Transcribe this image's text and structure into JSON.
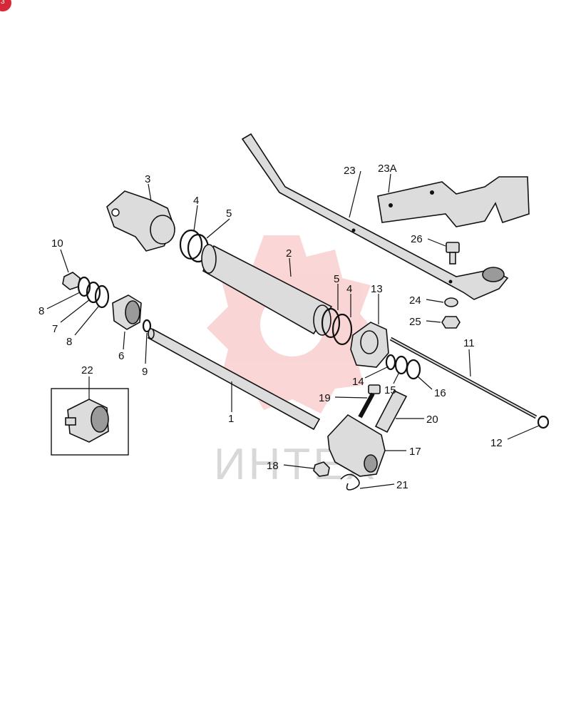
{
  "badge": {
    "text": "3"
  },
  "watermark": {
    "text": "ИНТЕХ",
    "color": "#f08a8a"
  },
  "parts": {
    "p1": "1",
    "p2": "2",
    "p3": "3",
    "p4a": "4",
    "p4b": "4",
    "p5a": "5",
    "p5b": "5",
    "p6": "6",
    "p7": "7",
    "p8a": "8",
    "p8b": "8",
    "p9": "9",
    "p10": "10",
    "p11": "11",
    "p12": "12",
    "p13": "13",
    "p14": "14",
    "p15": "15",
    "p16": "16",
    "p17": "17",
    "p18": "18",
    "p19": "19",
    "p20": "20",
    "p21": "21",
    "p22": "22",
    "p23": "23",
    "p23a": "23A",
    "p24": "24",
    "p25": "25",
    "p26": "26"
  }
}
